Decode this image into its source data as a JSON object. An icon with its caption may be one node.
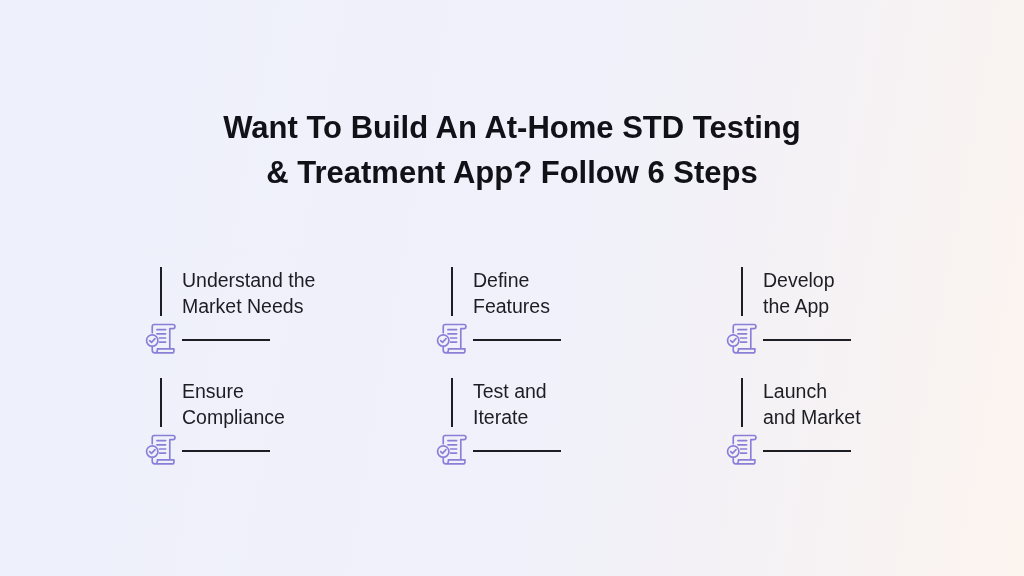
{
  "diagram": {
    "title": "Want To Build An At-Home STD Testing & Treatment App? Follow 6 Steps",
    "labels": [
      "Understand the Market Needs",
      "Define Features",
      "Develop the App",
      "Ensure Compliance",
      "Test and Iterate",
      "Launch and Market"
    ]
  }
}
